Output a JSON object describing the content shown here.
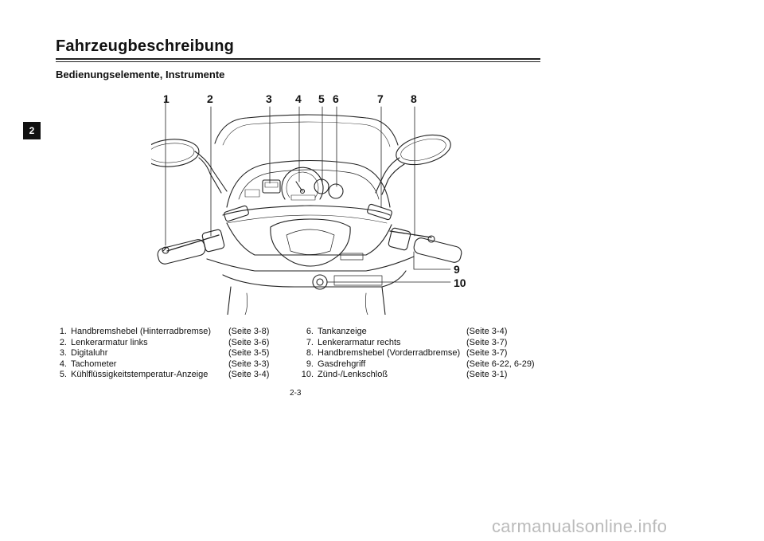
{
  "section_tab": "2",
  "header": {
    "title": "Fahrzeugbeschreibung",
    "subtitle": "Bedienungselemente, Instrumente"
  },
  "callouts": [
    "1",
    "2",
    "3",
    "4",
    "5",
    "6",
    "7",
    "8",
    "9",
    "10"
  ],
  "legend_left": [
    {
      "num": "1.",
      "label": "Handbremshebel (Hinterradbremse)",
      "ref": "(Seite 3-8)"
    },
    {
      "num": "2.",
      "label": "Lenkerarmatur links",
      "ref": "(Seite 3-6)"
    },
    {
      "num": "3.",
      "label": "Digitaluhr",
      "ref": "(Seite 3-5)"
    },
    {
      "num": "4.",
      "label": "Tachometer",
      "ref": "(Seite 3-3)"
    },
    {
      "num": "5.",
      "label": "Kühlflüssigkeitstemperatur-Anzeige",
      "ref": "(Seite 3-4)"
    }
  ],
  "legend_right": [
    {
      "num": "6.",
      "label": "Tankanzeige",
      "ref": "(Seite 3-4)"
    },
    {
      "num": "7.",
      "label": "Lenkerarmatur rechts",
      "ref": "(Seite 3-7)"
    },
    {
      "num": "8.",
      "label": "Handbremshebel (Vorderradbremse)",
      "ref": "(Seite 3-7)"
    },
    {
      "num": "9.",
      "label": "Gasdrehgriff",
      "ref": "(Seite 6-22, 6-29)"
    },
    {
      "num": "10.",
      "label": "Zünd-/Lenkschloß",
      "ref": "(Seite 3-1)"
    }
  ],
  "page_number": "2-3",
  "footer": "carmanualsonline.info"
}
